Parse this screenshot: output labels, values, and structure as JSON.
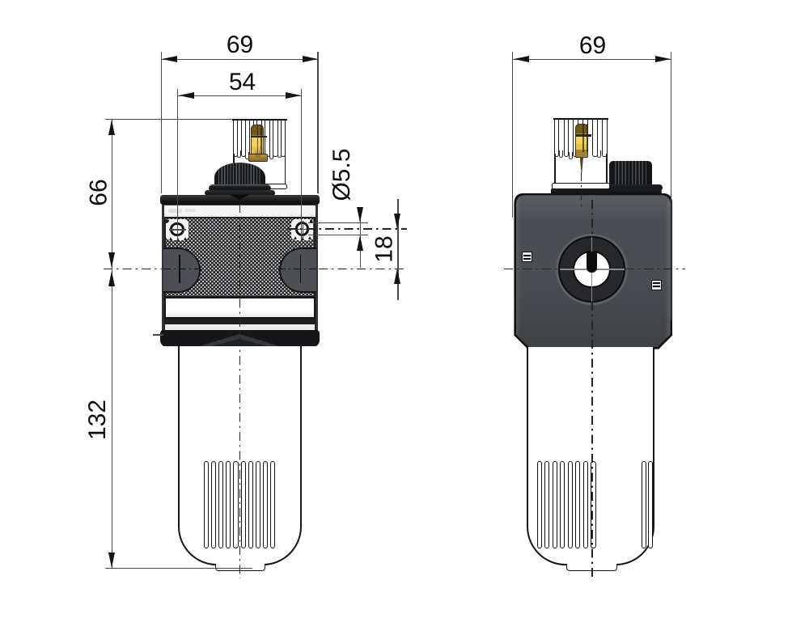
{
  "drawing": {
    "type": "technical-dimension-drawing",
    "subject": "pneumatic lubricator, front and side orthographic views",
    "background_color": "#ffffff",
    "line_color": "#1a1c1e",
    "body_dark_color": "#1d1f22",
    "side_body_color": "#4a4d52",
    "sight_dome_pin_color": "#dfbc43",
    "dimensions": {
      "front_overall_width": "69",
      "front_mounting_span": "54",
      "front_upper_height": "66",
      "front_lower_height": "132",
      "mounting_hole_diameter": "Ø5.5",
      "mounting_hole_offset": "18",
      "side_overall_width": "69"
    }
  }
}
